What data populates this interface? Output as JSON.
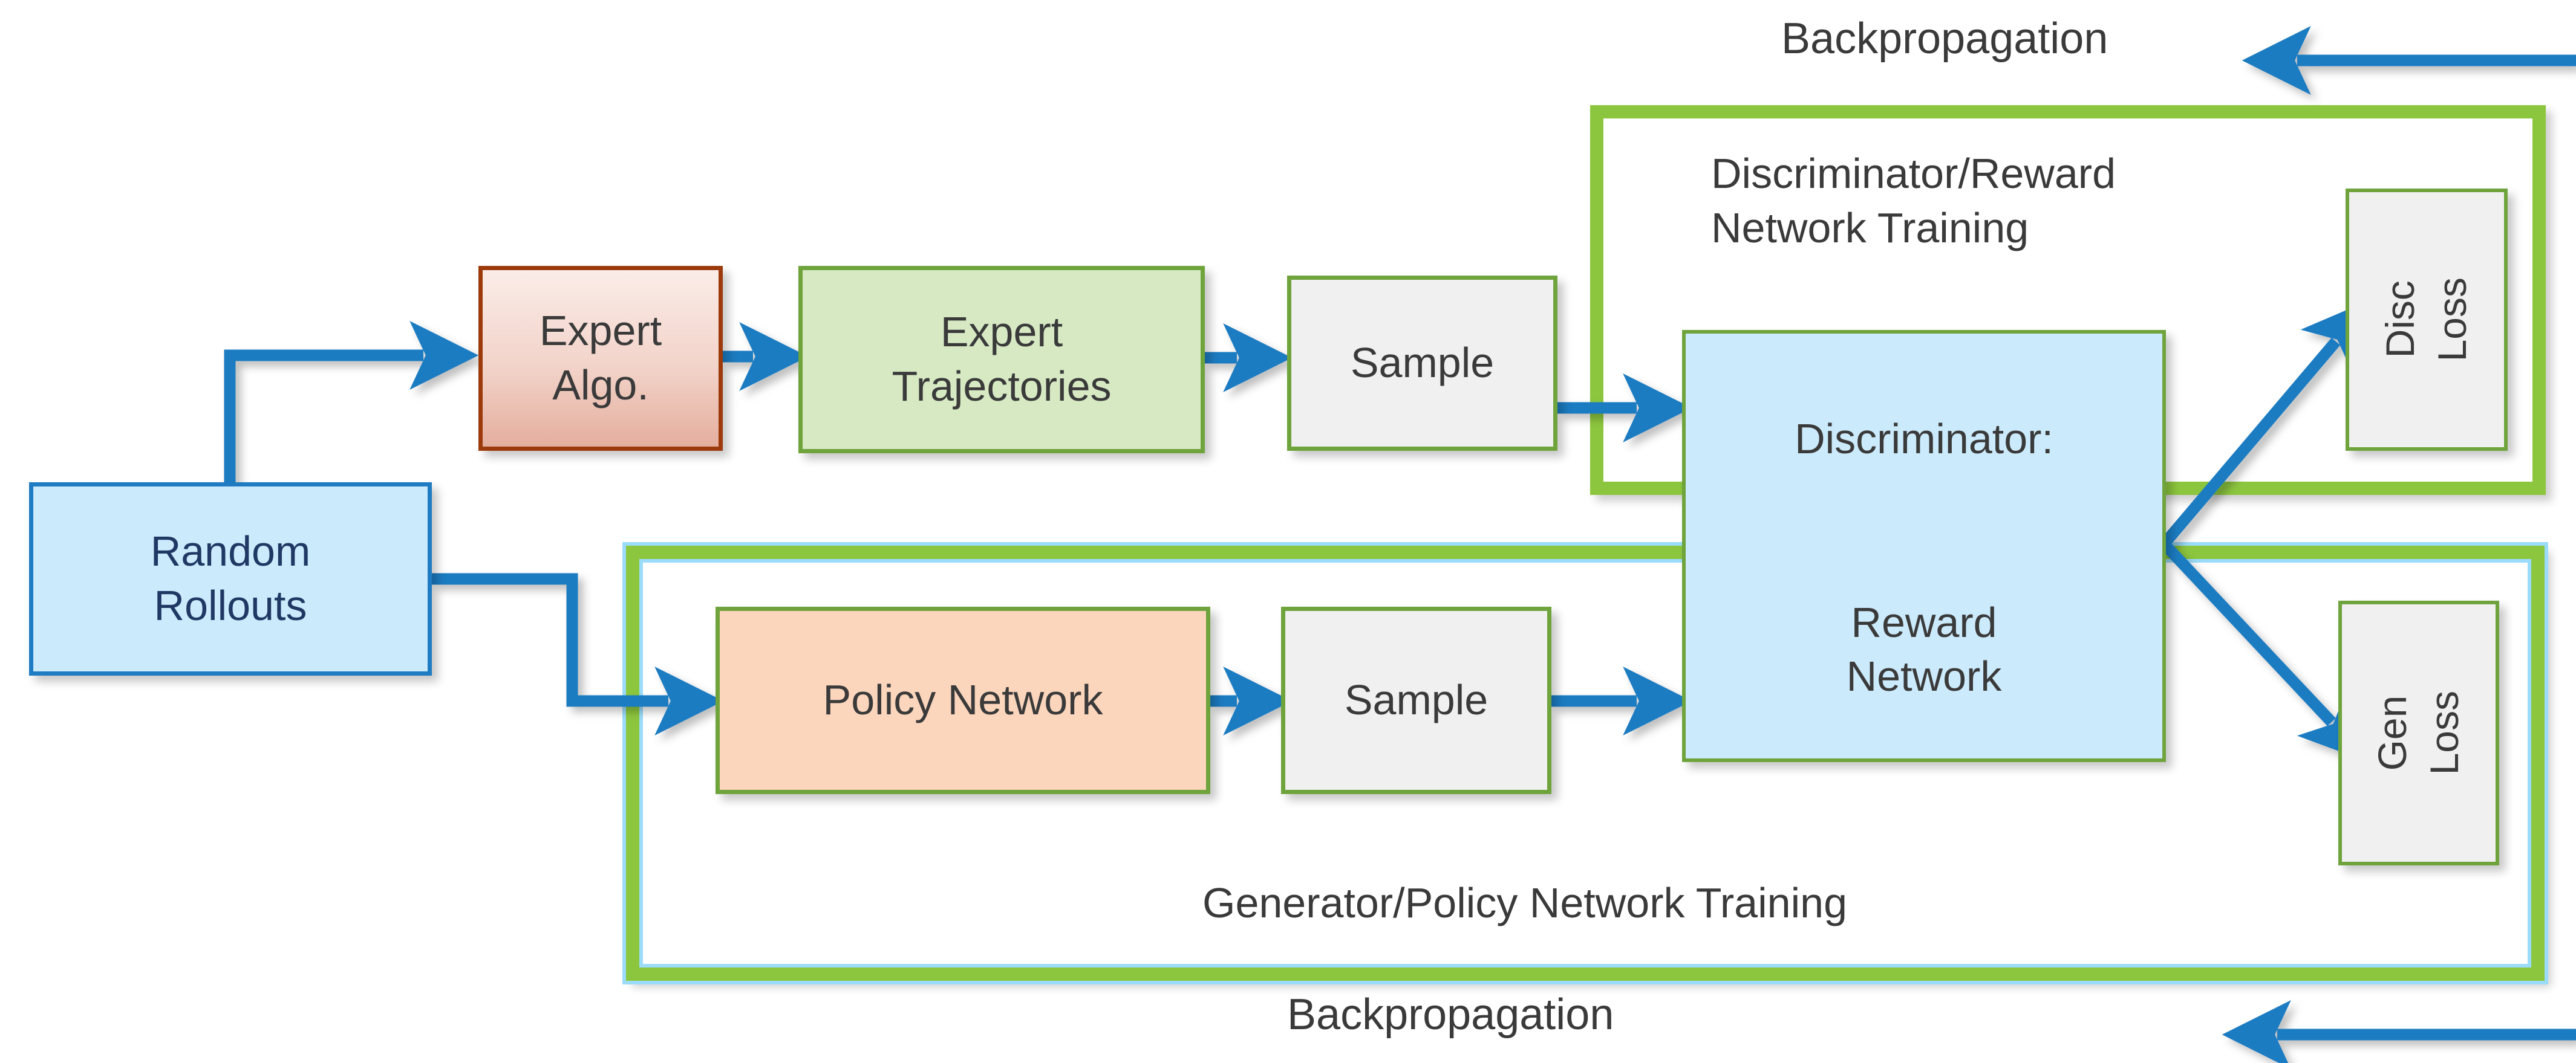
{
  "diagram": {
    "title": "GAIL / Adversarial Imitation Learning training loop",
    "colors": {
      "arrow_blue": "#1F7CC2",
      "frame_green": "#8CC63E",
      "box_green_border": "#6FA33C",
      "box_blue_fill": "#CBEAFB",
      "box_blue_border": "#1F7CC2",
      "box_green_fill": "#D6E9C3",
      "box_gray_fill": "#F0F0F0",
      "box_orange_fill": "#FBD5BC",
      "box_red_border": "#9C3A0B",
      "text_dark": "#3A3A3A",
      "text_navy": "#1F3864",
      "outer_glow_blue": "#9BDCFA"
    },
    "nodes": {
      "random_rollouts": "Random\nRollouts",
      "expert_algo": "Expert\nAlgo.",
      "expert_trajectories": "Expert\nTrajectories",
      "sample_top": "Sample",
      "policy_network": "Policy Network",
      "sample_bottom": "Sample",
      "discriminator_line1": "Discriminator:",
      "discriminator_line2": "Reward\nNetwork",
      "disc_loss": "Disc\nLoss",
      "gen_loss": "Gen\nLoss"
    },
    "groups": {
      "discriminator_training": "Discriminator/Reward\nNetwork Training",
      "generator_training": "Generator/Policy Network Training"
    },
    "labels": {
      "backprop_top": "Backpropagation",
      "backprop_bottom": "Backpropagation"
    },
    "edges": [
      {
        "from": "random_rollouts",
        "to": "expert_algo",
        "style": "elbow-up-right"
      },
      {
        "from": "expert_algo",
        "to": "expert_trajectories",
        "style": "straight-right"
      },
      {
        "from": "expert_trajectories",
        "to": "sample_top",
        "style": "straight-right"
      },
      {
        "from": "sample_top",
        "to": "discriminator",
        "style": "straight-right"
      },
      {
        "from": "random_rollouts",
        "to": "policy_network",
        "style": "elbow-down-right"
      },
      {
        "from": "policy_network",
        "to": "sample_bottom",
        "style": "straight-right"
      },
      {
        "from": "sample_bottom",
        "to": "reward_network",
        "style": "straight-right"
      },
      {
        "from": "discriminator",
        "to": "disc_loss",
        "style": "diagonal-up-right"
      },
      {
        "from": "discriminator",
        "to": "gen_loss",
        "style": "diagonal-down-right"
      },
      {
        "from": "right-edge",
        "to": "backprop_top",
        "style": "arrow-left"
      },
      {
        "from": "right-edge",
        "to": "backprop_bottom",
        "style": "arrow-left"
      }
    ]
  }
}
